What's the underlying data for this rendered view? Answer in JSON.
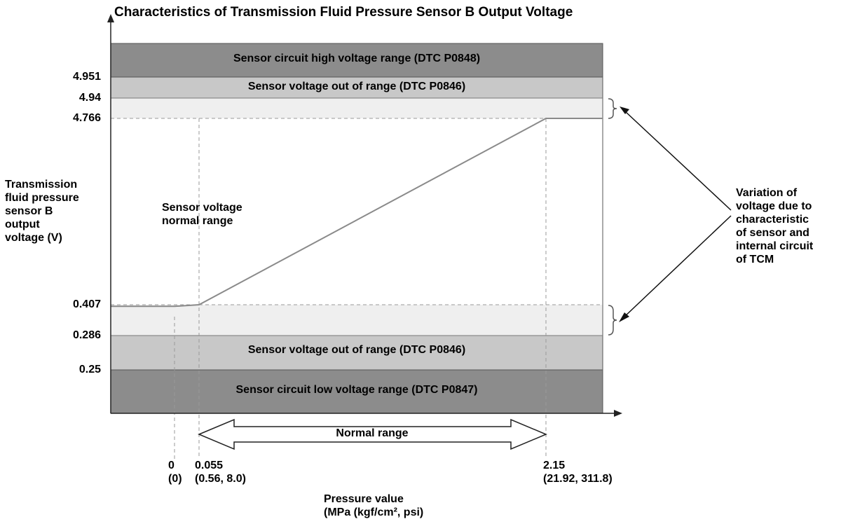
{
  "chart_data": {
    "type": "line",
    "title": "Characteristics of Transmission Fluid Pressure Sensor B Output Voltage",
    "ylabel_lines": [
      "Transmission",
      "fluid pressure",
      "sensor B",
      "output",
      "voltage (V)"
    ],
    "xlabel_lines": [
      "Pressure value",
      "(MPa (kgf/cm², psi)"
    ],
    "y_ticks": [
      "4.951",
      "4.94",
      "4.766",
      "0.407",
      "0.286",
      "0.25"
    ],
    "x_ticks": [
      {
        "lines": [
          "0",
          "(0)"
        ]
      },
      {
        "lines": [
          "0.055",
          "(0.56, 8.0)"
        ]
      },
      {
        "lines": [
          "2.15",
          "(21.92, 311.8)"
        ]
      }
    ],
    "series": [
      {
        "x": [
          0,
          0.055,
          2.15
        ],
        "y": [
          0.37,
          0.407,
          4.766
        ]
      }
    ],
    "bands": {
      "high": "Sensor circuit high voltage range (DTC P0848)",
      "out_top": "Sensor voltage out of range (DTC P0846)",
      "out_bottom": "Sensor voltage out of range (DTC P0846)",
      "low": "Sensor circuit low voltage range (DTC P0847)"
    },
    "normal_region_lines": [
      "Sensor voltage",
      "normal range"
    ],
    "normal_range_label": "Normal range",
    "variation_note_lines": [
      "Variation of",
      "voltage due to",
      "characteristic",
      "of sensor and",
      "internal circuit",
      "of TCM"
    ],
    "colors": {
      "dark": "#8c8c8c",
      "medium": "#c8c8c8",
      "light": "#efefef",
      "line": "#8a8a8a"
    }
  }
}
